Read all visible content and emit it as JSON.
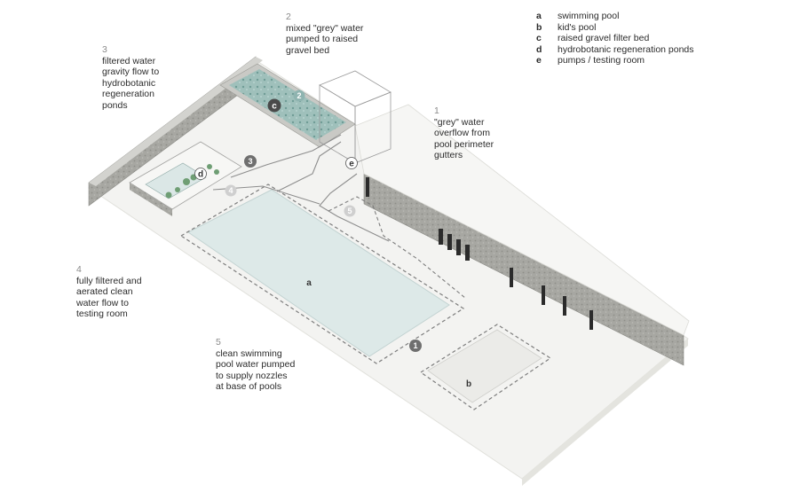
{
  "notes": [
    {
      "id": "n1",
      "num": "1",
      "text": "\"grey\" water\noverflow from\npool perimeter\ngutters"
    },
    {
      "id": "n2",
      "num": "2",
      "text": "mixed \"grey\" water\npumped to raised\ngravel bed"
    },
    {
      "id": "n3",
      "num": "3",
      "text": "filtered water\ngravity flow to\nhydrobotanic\nregeneration\nponds"
    },
    {
      "id": "n4",
      "num": "4",
      "text": "fully filtered and\naerated clean\nwater flow to\ntesting room"
    },
    {
      "id": "n5",
      "num": "5",
      "text": "clean swimming\npool water pumped\nto supply nozzles\nat base of pools"
    }
  ],
  "legend": [
    {
      "key": "a",
      "label": "swimming pool"
    },
    {
      "key": "b",
      "label": "kid's pool"
    },
    {
      "key": "c",
      "label": "raised gravel filter bed"
    },
    {
      "key": "d",
      "label": "hydrobotanic regeneration ponds"
    },
    {
      "key": "e",
      "label": "pumps / testing room"
    }
  ],
  "zones": {
    "a": "a",
    "b": "b",
    "c": "c",
    "d": "d",
    "e": "e"
  },
  "badges": {
    "b1": "1",
    "b2": "2",
    "b3": "3",
    "b4": "4",
    "b5": "5"
  },
  "colors": {
    "deck": "#f3f3f1",
    "wall_top": "#d6d6d2",
    "wall_side": "#a9a9a4",
    "pool_water": "#dde9e8",
    "gravel_bed": "#8fb4b0",
    "flow_line": "#7d7d7d",
    "badge_dark": "#6f6f6f",
    "badge_light": "#c9c9c9"
  }
}
